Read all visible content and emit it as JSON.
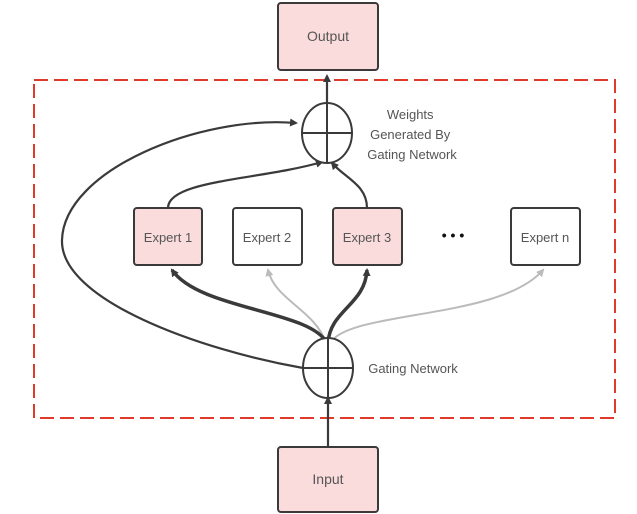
{
  "nodes": {
    "output": "Output",
    "input": "Input",
    "experts": [
      "Expert 1",
      "Expert 2",
      "Expert 3",
      "Expert n"
    ],
    "ellipsis": "• • •"
  },
  "labels": {
    "weights": [
      "Weights",
      "Generated By",
      "Gating Network"
    ],
    "gating": "Gating Network"
  },
  "colors": {
    "active_fill": "#fadcdc",
    "inactive_fill": "#ffffff",
    "stroke": "#3a3a3a",
    "inactive_arrow": "#bbbbbb",
    "boundary": "#e03a2a"
  },
  "active_experts": [
    "Expert 1",
    "Expert 3"
  ]
}
